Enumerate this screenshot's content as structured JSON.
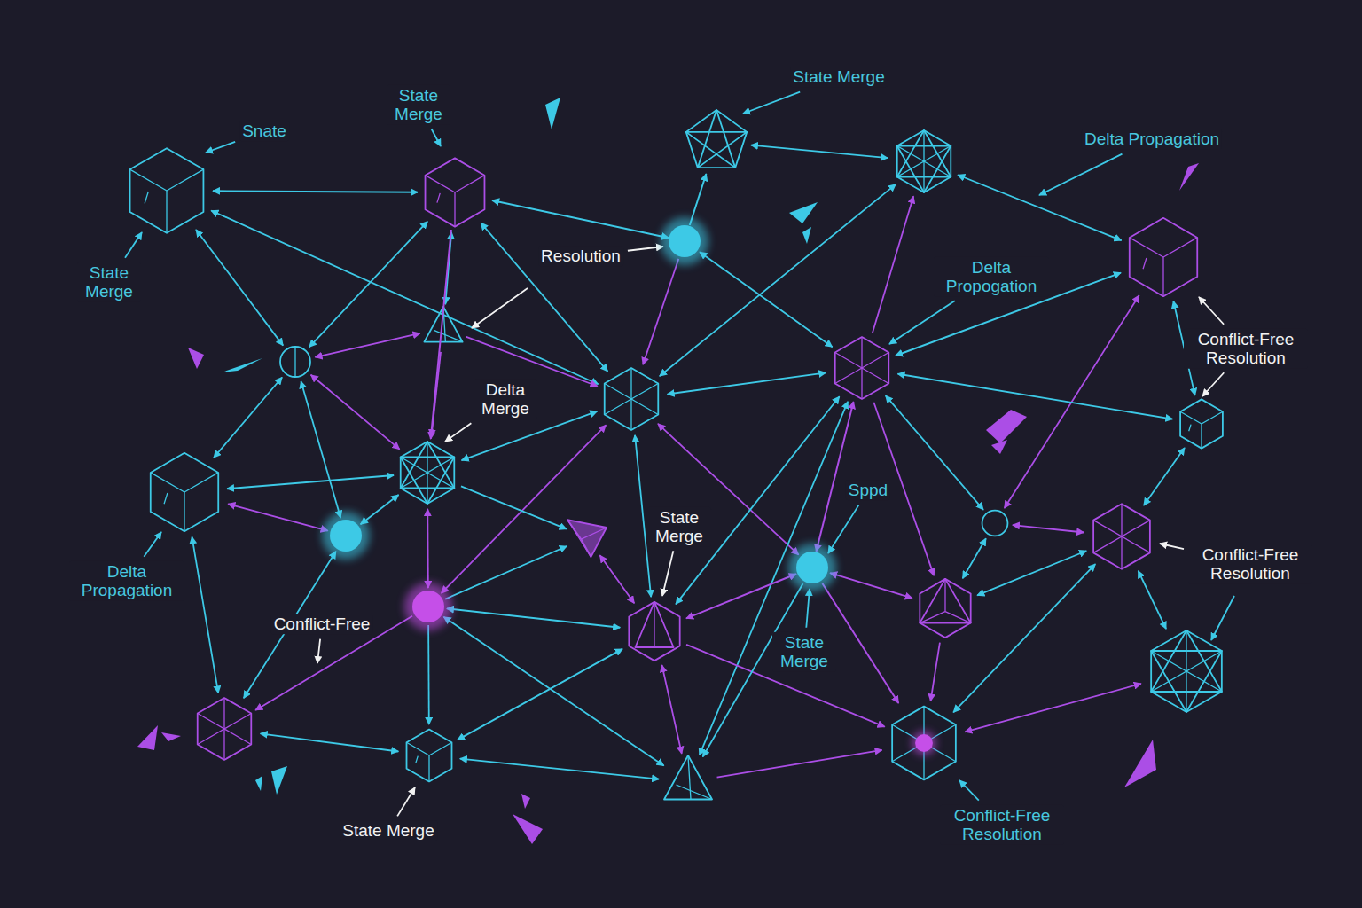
{
  "diagram": {
    "nodes": [
      {
        "text": [
          "Snate",
          "State Merge"
        ]
      },
      {
        "text": [
          "State Merge"
        ]
      },
      {
        "text": [
          "State Merge"
        ]
      },
      {
        "text": [
          "Resolution"
        ]
      },
      {
        "text": [
          "Conflict-Free Resolution"
        ]
      },
      {
        "text": [
          "Delta Propogation"
        ]
      },
      {
        "text": [
          "Delta Merge"
        ]
      },
      {
        "text": [
          "Delta Propagation"
        ]
      },
      {
        "text": [
          "Sppd",
          "State Merge"
        ]
      },
      {
        "text": [
          "Conflict-Free Resolution"
        ]
      },
      {
        "text": [
          "State Merge"
        ]
      },
      {
        "text": [
          "Conflict-Free Resolution"
        ]
      },
      {
        "text": [
          "State Merge"
        ]
      }
    ],
    "edges": [
      {
        "from": 0,
        "to": 1,
        "arrow": "both"
      },
      {
        "from": 1,
        "to": 3,
        "arrow": "both"
      },
      {
        "from": 3,
        "to": 2,
        "arrow": "to"
      },
      {
        "from": 1,
        "to": 6,
        "arrow": "to"
      },
      {
        "from": 7,
        "to": 6,
        "arrow": "both"
      },
      {
        "from": 5,
        "to": 4,
        "arrow": "both"
      },
      {
        "from": 8,
        "to": 5,
        "arrow": "both"
      },
      {
        "from": 8,
        "to": 11,
        "arrow": "to"
      },
      {
        "from": 10,
        "to": 8,
        "arrow": "both"
      },
      {
        "from": 12,
        "to": 10,
        "arrow": "both"
      }
    ],
    "labels": [
      "Delta Propagation",
      "Conflict-Free"
    ]
  }
}
